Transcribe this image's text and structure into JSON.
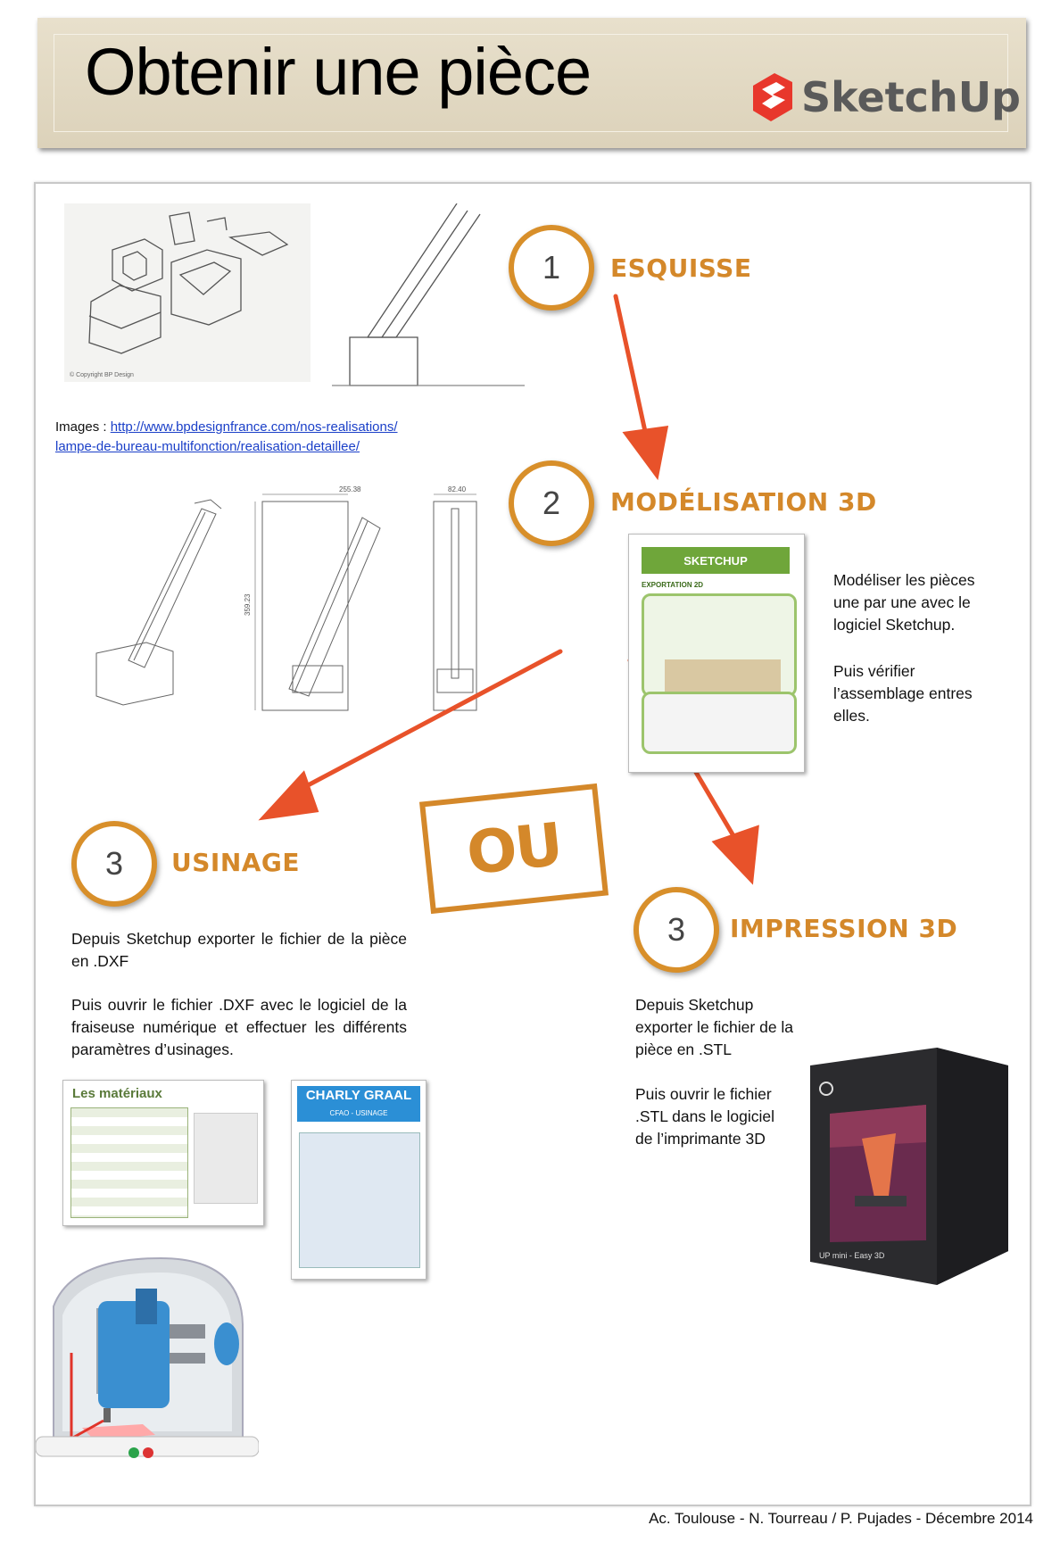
{
  "header": {
    "title": "Obtenir une pièce",
    "brand": "SketchUp"
  },
  "sketch": {
    "copyright": "© Copyright BP Design"
  },
  "images_credit": {
    "label": "Images : ",
    "link_line1": "http://www.bpdesignfrance.com/nos-realisations/",
    "link_line2": "lampe-de-bureau-multifonction/realisation-detaillee/"
  },
  "drawing": {
    "dim_width": "255.38",
    "dim_depth": "82.40",
    "dim_height": "359.23"
  },
  "steps": [
    {
      "number": "1",
      "title": "ESQUISSE"
    },
    {
      "number": "2",
      "title": "MODÉLISATION 3D"
    },
    {
      "number": "3",
      "title": "USINAGE"
    },
    {
      "number": "3",
      "title": "IMPRESSION 3D"
    }
  ],
  "ou_stamp": "OU",
  "modelisation": {
    "text1": "Modéliser les pièces une par une avec le logiciel Sketchup.",
    "text2": "Puis vérifier l’assemblage entres elles.",
    "thumb_title": "SKETCHUP",
    "thumb_sub": "EXPORTATION 2D"
  },
  "usinage": {
    "text1": "Depuis Sketchup exporter le fichier de la pièce en .DXF",
    "text2": "Puis ouvrir le fichier .DXF avec le logiciel de la fraiseuse numérique et effectuer les différents paramètres d’usinages.",
    "thumb1_title": "Les matériaux",
    "thumb2_title": "CHARLY GRAAL",
    "thumb2_sub": "CFAO - USINAGE"
  },
  "impression": {
    "text1": "Depuis Sketchup exporter le fichier de la pièce en .STL",
    "text2": "Puis ouvrir le fichier .STL dans le logiciel de l’imprimante 3D",
    "printer_label": "UP mini - Easy 3D"
  },
  "footer": "Ac. Toulouse - N. Tourreau / P. Pujades - Décembre 2014",
  "colors": {
    "accent": "#d88f2a",
    "arrow": "#e8522a",
    "header_bg": "#e4dcc6"
  }
}
